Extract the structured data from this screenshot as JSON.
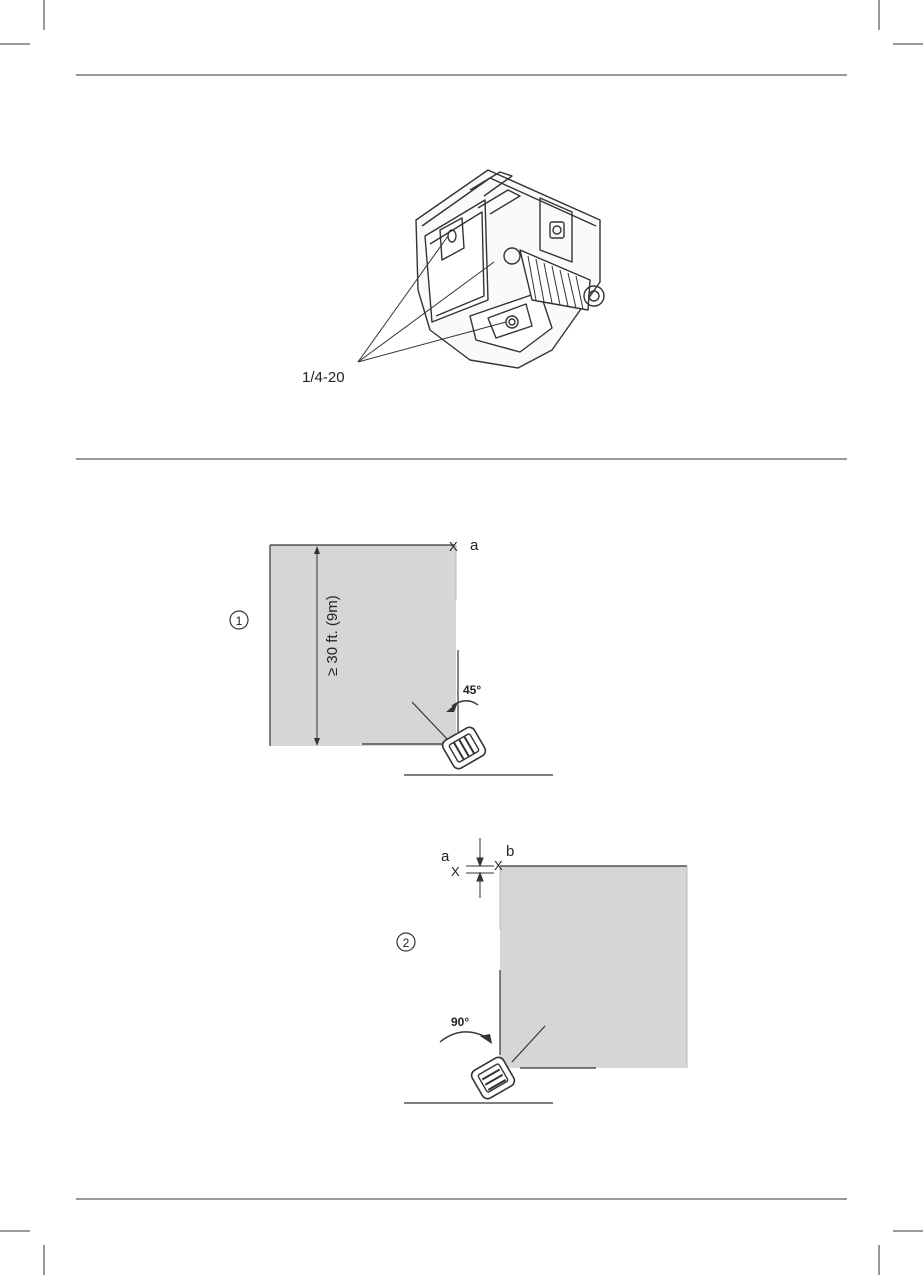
{
  "figure1": {
    "callout": "1/4-20"
  },
  "figure2": {
    "step_number": "1",
    "distance": "≥ 30 ft. (9m)",
    "mark_a": "X",
    "mark_a_letter": "a",
    "angle": "45°"
  },
  "figure3": {
    "step_number": "2",
    "mark_a": "X",
    "mark_a_letter": "a",
    "mark_b": "X",
    "mark_b_letter": "b",
    "angle": "90°"
  }
}
